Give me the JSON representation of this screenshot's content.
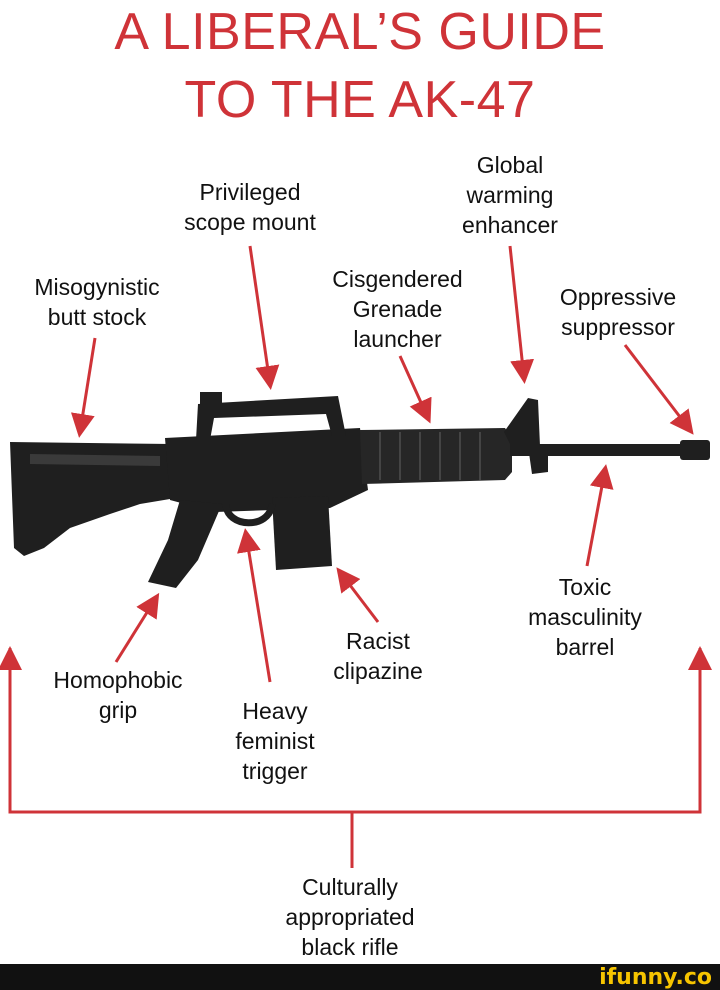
{
  "title": {
    "line1": "A LIBERAL’S GUIDE",
    "line2": "TO THE AK-47"
  },
  "colors": {
    "accent": "#cf3338",
    "rifle": "#1f1f1f",
    "text": "#111111",
    "watermark": "#f6c400"
  },
  "labels": {
    "global_warming": [
      "Global",
      "warming",
      "enhancer"
    ],
    "privileged_scope": [
      "Privileged",
      "scope mount"
    ],
    "misogynistic_stock": [
      "Misogynistic",
      "butt stock"
    ],
    "cisgendered_launcher": [
      "Cisgendered",
      "Grenade",
      "launcher"
    ],
    "oppressive_suppressor": [
      "Oppressive",
      "suppressor"
    ],
    "toxic_barrel": [
      "Toxic",
      "masculinity",
      "barrel"
    ],
    "racist_clip": [
      "Racist",
      "clipazine"
    ],
    "homophobic_grip": [
      "Homophobic",
      "grip"
    ],
    "feminist_trigger": [
      "Heavy",
      "feminist",
      "trigger"
    ],
    "black_rifle": [
      "Culturally",
      "appropriated",
      "black rifle"
    ]
  },
  "watermark": "ifunny.co"
}
